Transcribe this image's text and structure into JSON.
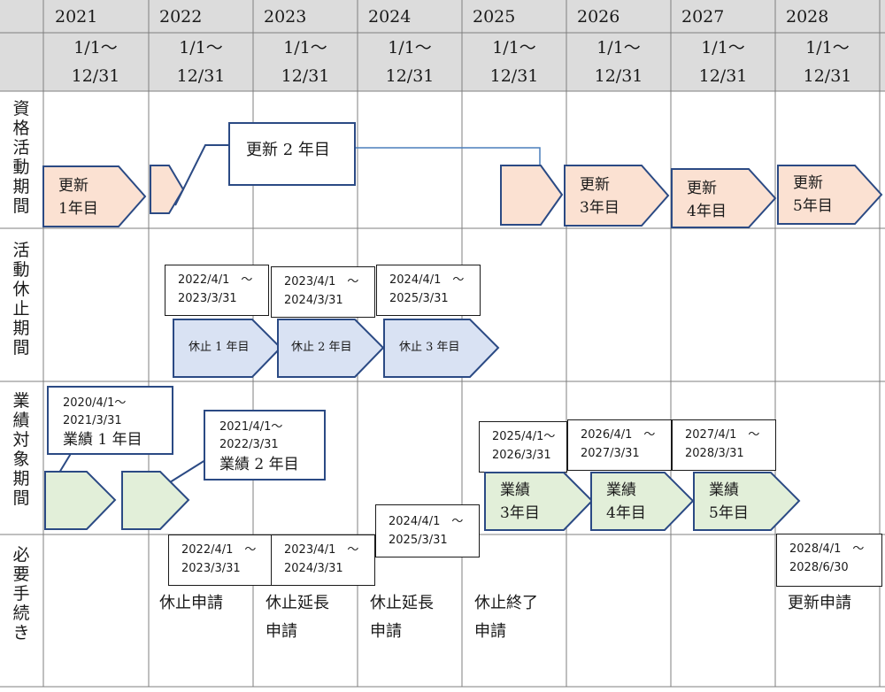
{
  "header": {
    "years": [
      "2021",
      "2022",
      "2023",
      "2024",
      "2025",
      "2026",
      "2027",
      "2028"
    ],
    "period_start": "1/1～",
    "period_end": "12/31"
  },
  "row_labels": {
    "qualification": "資格活動期間",
    "suspension": "活動休止期間",
    "performance": "業績対象期間",
    "procedure": "必要手続き"
  },
  "qualification": {
    "renewal1_line1": "更新",
    "renewal1_line2": "1年目",
    "renewal2": "更新 2 年目",
    "renewal3_line1": "更新",
    "renewal3_line2": "3年目",
    "renewal4_line1": "更新",
    "renewal4_line2": "4年目",
    "renewal5_line1": "更新",
    "renewal5_line2": "5年目"
  },
  "suspension": {
    "periods": [
      {
        "start": "2022/4/1　～",
        "end": "2023/3/31"
      },
      {
        "start": "2023/4/1　～",
        "end": "2024/3/31"
      },
      {
        "start": "2024/4/1　～",
        "end": "2025/3/31"
      }
    ],
    "years": [
      "休止 1 年目",
      "休止 2 年目",
      "休止 3 年目"
    ]
  },
  "performance": {
    "box1_start": "2020/4/1～",
    "box1_end": "2021/3/31",
    "box1_label": "業績 1 年目",
    "box2_start": "2021/4/1～",
    "box2_end": "2022/3/31",
    "box2_label": "業績 2 年目",
    "periods": [
      {
        "start": "2025/4/1～",
        "end": "2026/3/31"
      },
      {
        "start": "2026/4/1　～",
        "end": "2027/3/31"
      },
      {
        "start": "2027/4/1　～",
        "end": "2028/3/31"
      }
    ],
    "years": [
      {
        "line1": "業績",
        "line2": "3年目"
      },
      {
        "line1": "業績",
        "line2": "4年目"
      },
      {
        "line1": "業績",
        "line2": "5年目"
      }
    ],
    "float_start": "2024/4/1　～",
    "float_end": "2025/3/31"
  },
  "procedure": {
    "periods": [
      {
        "start": "2022/4/1　～",
        "end": "2023/3/31"
      },
      {
        "start": "2023/4/1　～",
        "end": "2024/3/31"
      },
      {
        "start": "2028/4/1　～",
        "end": "2028/6/30"
      }
    ],
    "steps": [
      {
        "line1": "休止申請",
        "line2": ""
      },
      {
        "line1": "休止延長",
        "line2": "申請"
      },
      {
        "line1": "休止延長",
        "line2": "申請"
      },
      {
        "line1": "休止終了",
        "line2": "申請"
      },
      {
        "line1": "更新申請",
        "line2": ""
      }
    ]
  },
  "colors": {
    "header_bg": "#dcdcdc",
    "renewal_fill": "#fbe1d2",
    "suspension_fill": "#d9e2f3",
    "performance_fill": "#e2efd9",
    "arrow_stroke": "#2b4a84",
    "connector": "#4a7ebb"
  }
}
